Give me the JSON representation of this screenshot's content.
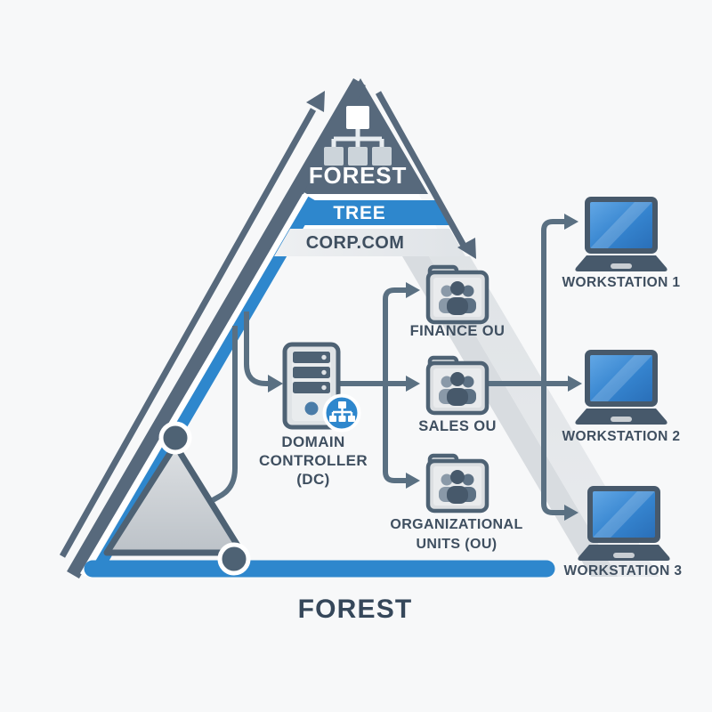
{
  "diagram_title": "Active Directory hierarchy diagram",
  "pyramid": {
    "forest_top_label": "FOREST",
    "tree_label": "TREE",
    "domain_label": "CORP.COM",
    "forest_bottom_label": "FOREST"
  },
  "domain_controller": {
    "line1": "DOMAIN",
    "line2": "CONTROLLER",
    "line3": "(DC)"
  },
  "organizational_units": {
    "finance_label": "FINANCE OU",
    "sales_label": "SALES OU",
    "org_line1": "ORGANIZATIONAL",
    "org_line2": "UNITS (OU)"
  },
  "workstations": {
    "ws1_label": "WORKSTATION 1",
    "ws2_label": "WORKSTATION 2",
    "ws3_label": "WORKSTATION 3"
  },
  "icons": {
    "forest": "org-tree-icon",
    "domain_controller": "server-tower-icon",
    "dc_badge": "org-tree-badge-icon",
    "ou": "folder-users-icon",
    "workstation": "laptop-icon",
    "child_domain": "triangle-with-nodes"
  },
  "colors": {
    "slate_dark": "#57697c",
    "line": "#5a7082",
    "accent_blue": "#2e87cd",
    "text_dark": "#3f4f60",
    "band_gray": "#e8ebee",
    "background": "#f7f8f9"
  }
}
